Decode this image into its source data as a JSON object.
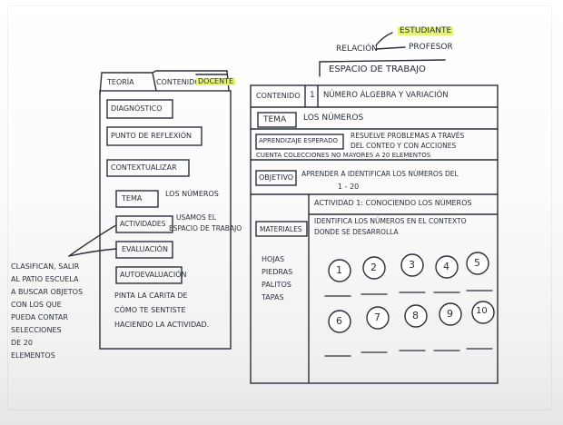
{
  "header": {
    "relacion": "RELACIÓN",
    "estudiante": "ESTUDIANTE",
    "profesor": "PROFESOR",
    "espacio_trabajo": "ESPACIO DE TRABAJO"
  },
  "left_panel": {
    "tab_teoria": "TEORÍA",
    "tab_contenido": "CONTENIDO",
    "tab_docente": "DOCENTE",
    "diagnostico": "DIAGNÓSTICO",
    "punto_reflexion": "PUNTO DE REFLEXIÓN",
    "contextualizar": "CONTEXTUALIZAR",
    "tema": "TEMA",
    "tema_value": "LOS NÚMEROS",
    "actividades": "ACTIVIDADES",
    "actividades_note_1": "USAMOS EL",
    "actividades_note_2": "ESPACIO DE TRABAJO",
    "evaluacion": "EVALUACIÓN",
    "autoevaluacion": "AUTOEVALUACIÓN",
    "pinta_note": [
      "PINTA LA CARITA DE",
      "CÓMO TE SENTISTE",
      "HACIENDO LA ACTIVIDAD."
    ]
  },
  "side_note": [
    "CLASIFICAN, SALIR",
    "AL PATIO ESCUELA",
    "A BUSCAR OBJETOS",
    "CON LOS QUE",
    "PUEDA CONTAR",
    "SELECCIONES",
    "DE 20",
    "ELEMENTOS"
  ],
  "right_panel": {
    "contenido_label": "CONTENIDO",
    "contenido_num": "1",
    "contenido_value": "NÚMERO ÁLGEBRA Y VARIACIÓN",
    "tema_label": "TEMA",
    "tema_value": "LOS NÚMEROS",
    "aprendizaje_label": "APRENDIZAJE ESPERADO",
    "aprendizaje_text": [
      "RESUELVE PROBLEMAS A TRAVÉS",
      "DEL CONTEO Y CON ACCIONES"
    ],
    "aprendizaje_text_3": "CUENTA COLECCIONES NO MAYORES A 20 ELEMENTOS",
    "objetivo_label": "OBJETIVO",
    "objetivo_text": [
      "APRENDER A IDENTIFICAR LOS NÚMEROS DEL",
      "1 - 20"
    ],
    "actividad_title": "ACTIVIDAD 1: CONOCIENDO LOS NÚMEROS",
    "materiales_label": "MATERIALES",
    "actividad_text": [
      "IDENTIFICA LOS NÚMEROS EN EL CONTEXTO",
      "DONDE SE DESARROLLA"
    ],
    "materiales": [
      "HOJAS",
      "PIEDRAS",
      "PALITOS",
      "TAPAS"
    ],
    "numbers_row1": [
      "1",
      "2",
      "3",
      "4",
      "5"
    ],
    "numbers_row2": [
      "6",
      "7",
      "8",
      "9",
      "10"
    ]
  }
}
